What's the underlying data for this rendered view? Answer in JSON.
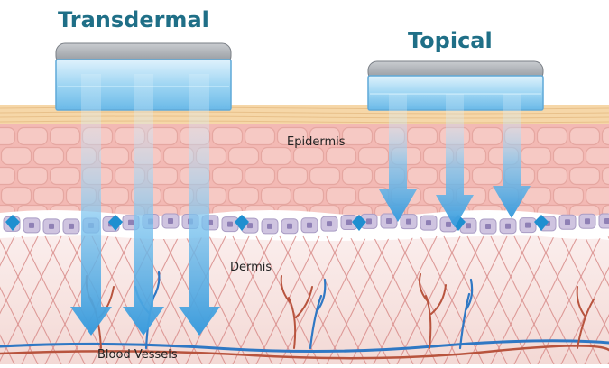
{
  "titles": {
    "transdermal": "Transdermal",
    "topical": "Topical"
  },
  "labels": {
    "epidermis": "Epidermis",
    "dermis": "Dermis",
    "blood_vessels": "Blood Vessels"
  },
  "colors": {
    "title": "#1f6f87",
    "arrow": "#3a9bdc",
    "patch_frame": "#8a8f96",
    "patch_gel": "#7cc4ef",
    "epidermis_cell": "#f3b9b4",
    "stratum_corneum": "#f6d7a8",
    "dermis": "#f7e4e1",
    "collagen_fiber": "#d98d8b",
    "basal_cell": "#cfc4e0",
    "vessel_blue": "#2f78c4",
    "vessel_red": "#b8543e"
  }
}
